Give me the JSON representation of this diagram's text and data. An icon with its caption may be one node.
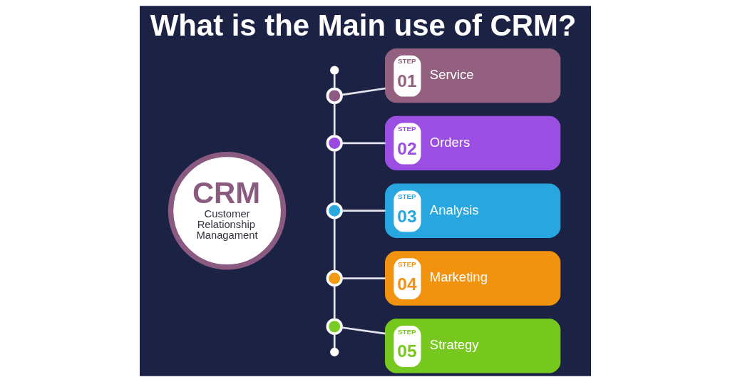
{
  "diagram": {
    "title": "What is the Main use of CRM?",
    "nodes": [
      {
        "text": [
          "CRM",
          "Customer Relationship Managament"
        ]
      },
      {
        "text": [],
        "shape": "circle"
      },
      {
        "text": [],
        "shape": "circle"
      },
      {
        "text": [],
        "shape": "circle"
      },
      {
        "text": [],
        "shape": "circle"
      },
      {
        "text": [],
        "shape": "circle"
      },
      {
        "text": [],
        "shape": "circle"
      },
      {
        "text": [],
        "shape": "circle"
      },
      {
        "text": [
          "STEP 01",
          "Service"
        ]
      },
      {
        "text": [
          "STEP 02",
          "Orders"
        ]
      },
      {
        "text": [
          "STEP 03",
          "Analysis"
        ]
      },
      {
        "text": [
          "STEP 04",
          "Marketing"
        ]
      },
      {
        "text": [
          "STEP 05",
          "Strategy"
        ]
      }
    ],
    "edges": [
      {
        "from": 1,
        "to": 2,
        "arrow": "none"
      },
      {
        "from": 2,
        "to": 3,
        "arrow": "none"
      },
      {
        "from": 3,
        "to": 4,
        "arrow": "none"
      },
      {
        "from": 4,
        "to": 5,
        "arrow": "none"
      },
      {
        "from": 5,
        "to": 6,
        "arrow": "none"
      },
      {
        "from": 6,
        "to": 7,
        "arrow": "none"
      },
      {
        "from": 2,
        "to": 8,
        "arrow": "none"
      },
      {
        "from": 3,
        "to": 9,
        "arrow": "none"
      },
      {
        "from": 4,
        "to": 10,
        "arrow": "none"
      },
      {
        "from": 5,
        "to": 11,
        "arrow": "none"
      },
      {
        "from": 6,
        "to": 12,
        "arrow": "none"
      }
    ]
  }
}
